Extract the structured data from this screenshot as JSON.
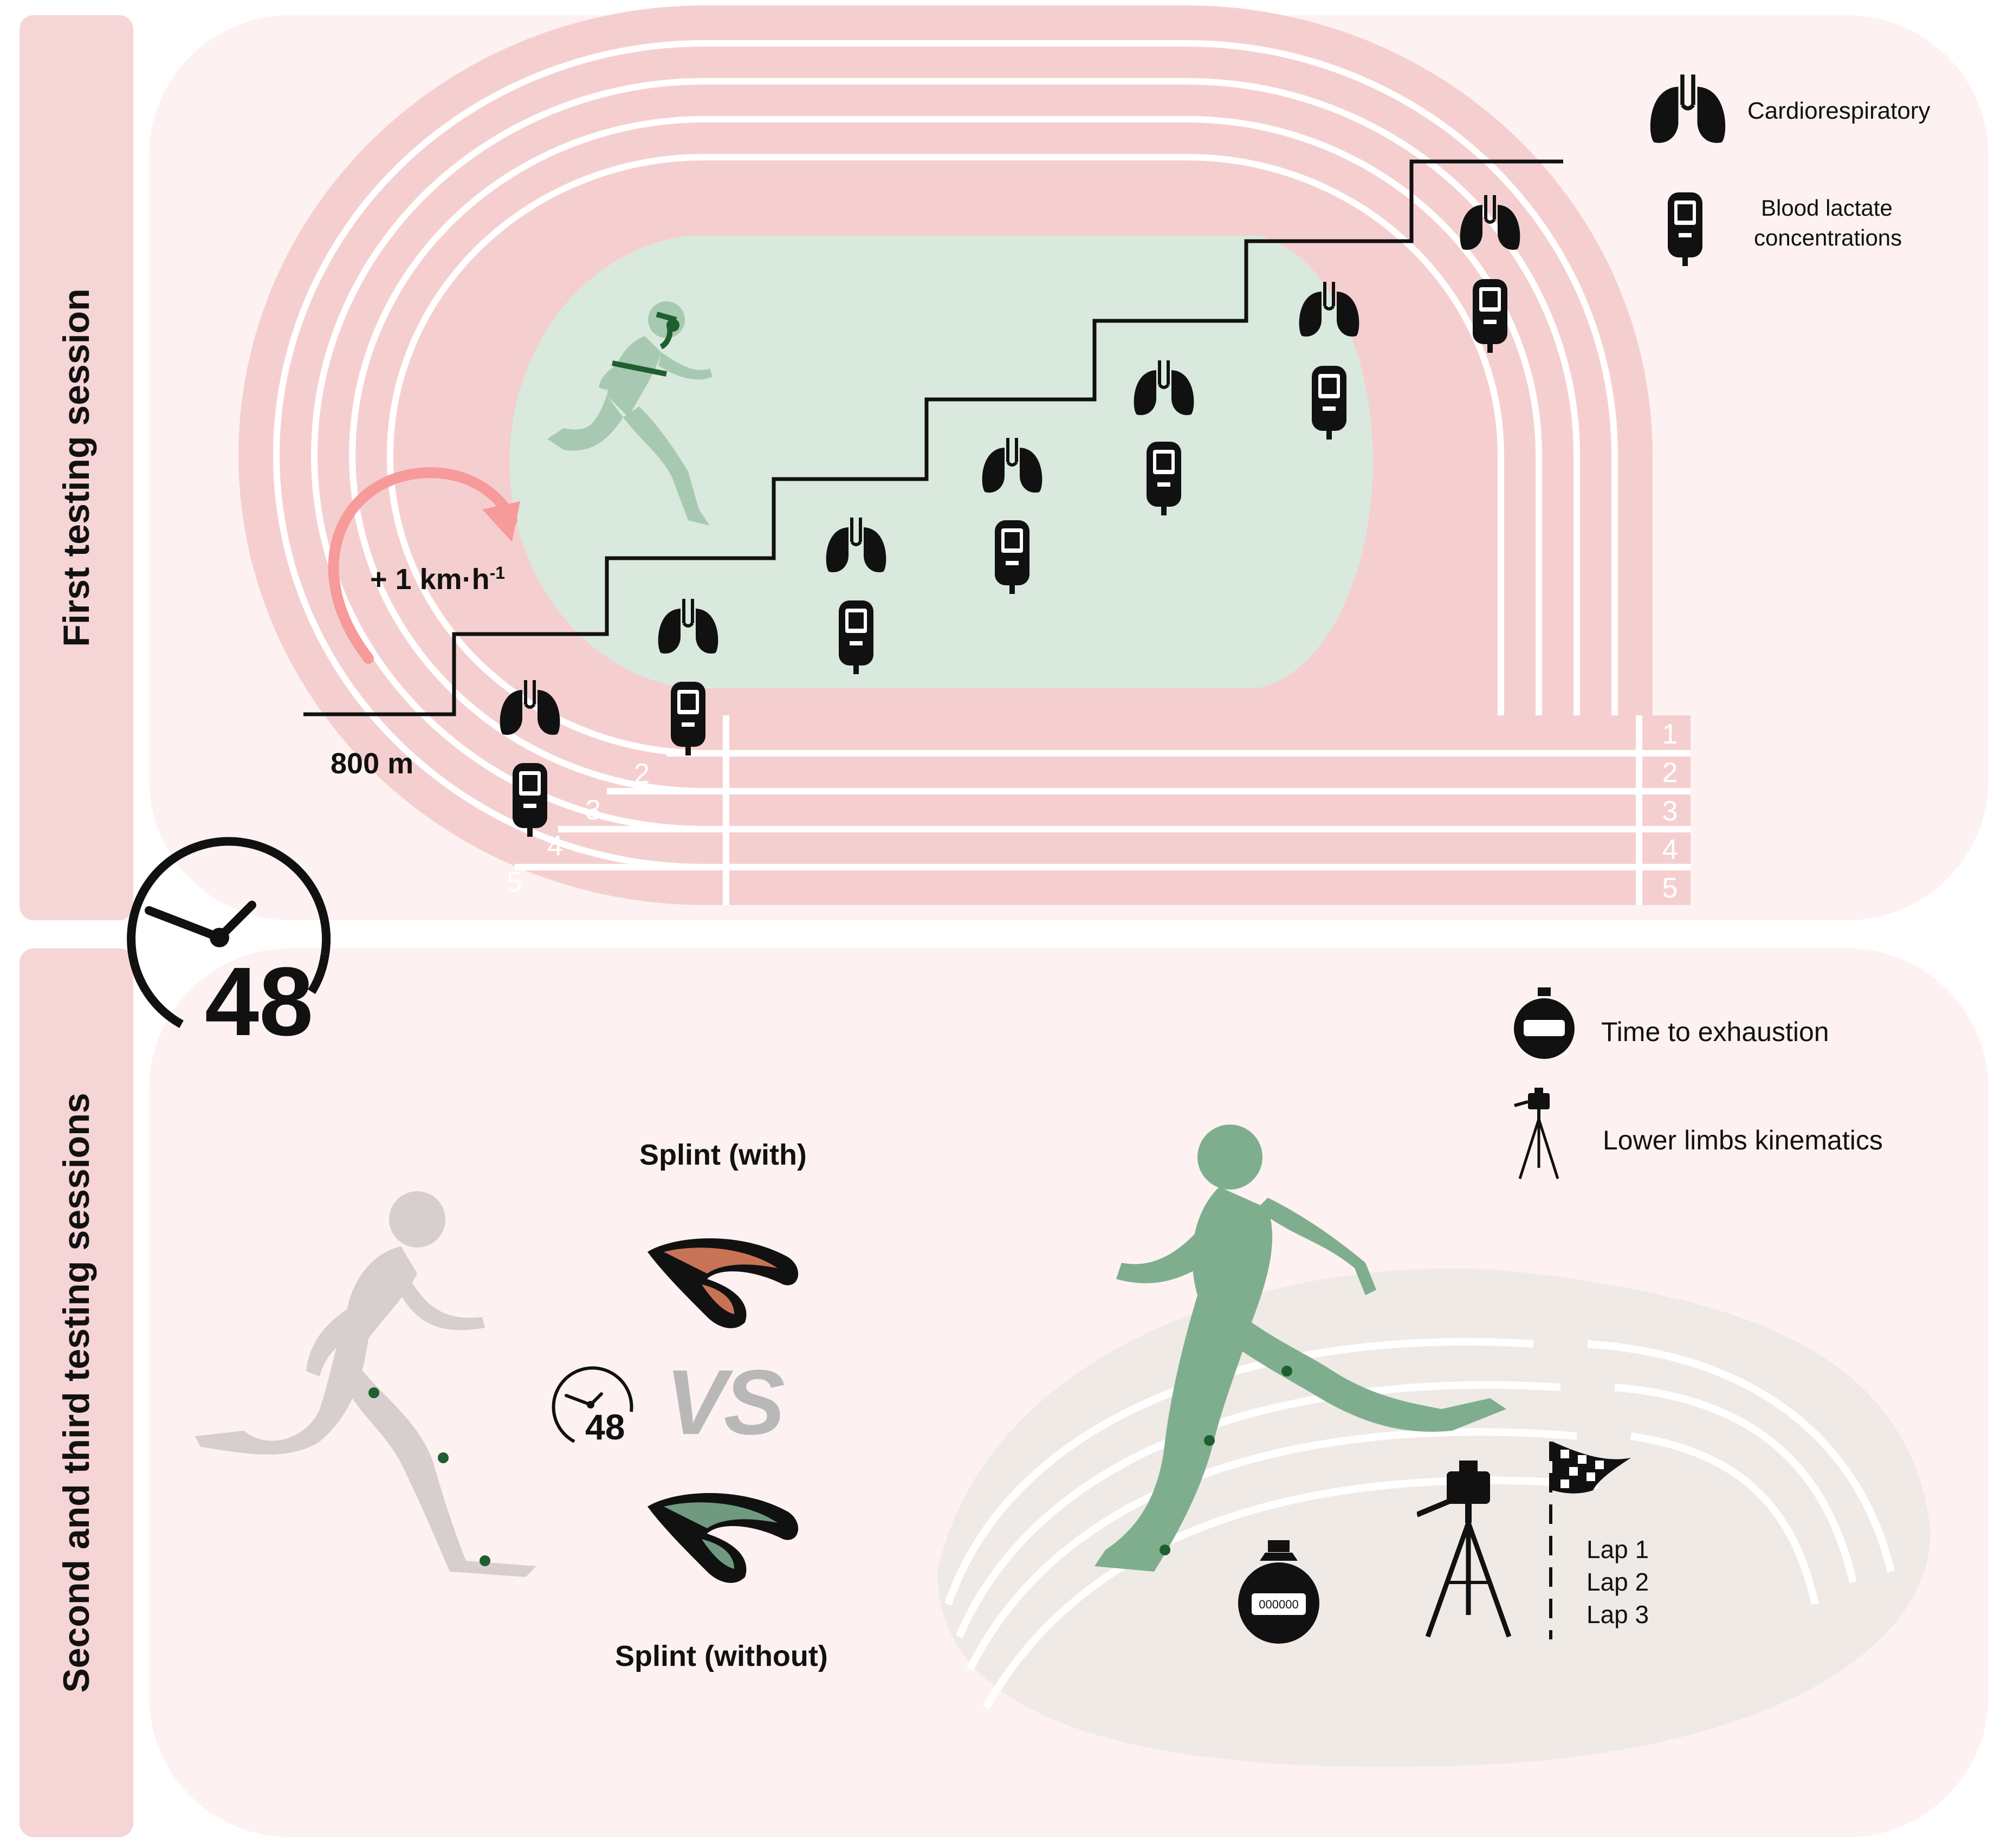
{
  "sessions": {
    "first_label": "First testing session",
    "second_label": "Second and third testing sessions"
  },
  "protocol": {
    "start_distance": "800 m",
    "increment_main": "+ 1 km·h",
    "increment_exponent": "-1",
    "stage_count": 7
  },
  "track": {
    "lane_numbers": [
      "1",
      "2",
      "3",
      "4",
      "5"
    ]
  },
  "legend_top": {
    "cardio": "Cardiorespiratory",
    "lactate_line1": "Blood lactate",
    "lactate_line2": "concentrations"
  },
  "clock": {
    "big_number": "48",
    "small_number": "48"
  },
  "splint": {
    "with_label": "Splint (with)",
    "without_label": "Splint (without)",
    "vs_text": "VS",
    "with_color": "#c87356",
    "without_color": "#6f9a7f"
  },
  "legend_bottom": {
    "time": "Time to exhaustion",
    "kinematics": "Lower limbs kinematics"
  },
  "laps": [
    "Lap 1",
    "Lap 2",
    "Lap 3"
  ],
  "stopwatch_display": "000000",
  "colors": {
    "track_pink": "#f5cfd0",
    "panel_bg": "#fdf2f1",
    "field_green": "#d9e9dd",
    "runner_green": "#7fae8e",
    "runner_grey": "#d7cfcf",
    "arrow_pink": "#f79a9a",
    "marker_green": "#1f5e2e"
  }
}
